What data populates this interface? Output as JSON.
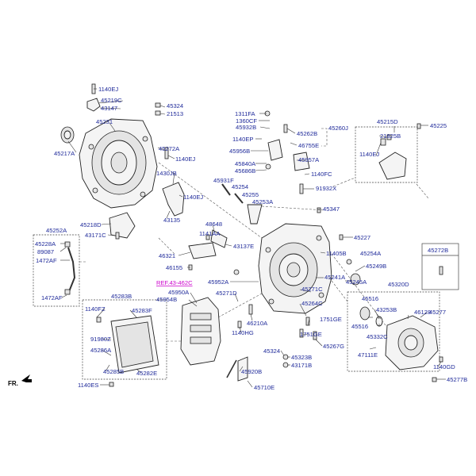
{
  "diagram": {
    "ref_label": "REF.43-462C",
    "orientation_label": "FR.",
    "parts": {
      "p1140EJ_a": "1140EJ",
      "p45219C": "45219C",
      "p43147": "43147",
      "p45324_a": "45324",
      "p21513": "21513",
      "p45231": "45231",
      "p45217A": "45217A",
      "p45272A": "45272A",
      "p1140EJ_b": "1140EJ",
      "p1430JB": "1430JB",
      "p1140EJ_c": "1140EJ",
      "p43135": "43135",
      "p45218D": "45218D",
      "p43171C_a": "43171C",
      "p45252A": "45252A",
      "p45228A": "45228A",
      "p89087": "89087",
      "p1472AF_a": "1472AF",
      "p1472AF_b": "1472AF",
      "p1311FA": "1311FA",
      "p1360CF": "1360CF",
      "p45932B": "45932B",
      "p1140EP": "1140EP",
      "p45956B": "45956B",
      "p45840A": "45840A",
      "p45686B": "45686B",
      "p45262B": "45262B",
      "p45260J": "45260J",
      "p46755E": "46755E",
      "p45957A": "45957A",
      "p1140FC": "1140FC",
      "p91932X": "91932X",
      "p45931F": "45931F",
      "p45254": "45254",
      "p45255": "45255",
      "p45253A": "45253A",
      "p45347": "45347",
      "p48648": "48648",
      "p1141AA": "1141AA",
      "p43137E": "43137E",
      "p45227": "45227",
      "p46321": "46321",
      "p11405B": "11405B",
      "p45254A": "45254A",
      "p45249B": "45249B",
      "p46155": "46155",
      "p45952A": "45952A",
      "p45241A": "45241A",
      "p45245A": "45245A",
      "p45950A": "45950A",
      "p45954B": "45954B",
      "p45271D": "45271D",
      "p45271C": "45271C",
      "p45264C": "45264C",
      "p45283B": "45283B",
      "p1140FZ": "1140FZ",
      "p45283F": "45283F",
      "p91980Z": "91980Z",
      "p45286A": "45286A",
      "p45285B": "45285B",
      "p45282E": "45282E",
      "p1140ES": "1140ES",
      "p46210A": "46210A",
      "p1140HG": "1140HG",
      "p1751GE_a": "1751GE",
      "p1751GE_b": "1751GE",
      "p45267G": "45267G",
      "p45324_b": "45324",
      "p45323B": "45323B",
      "p43171B": "43171B",
      "p45920B": "45920B",
      "p45710E": "45710E",
      "p45215D": "45215D",
      "p45225": "45225",
      "p21825B": "21825B",
      "p1140EJ_d": "1140EJ",
      "p45272B": "45272B",
      "p45320D": "45320D",
      "p45516_a": "45516",
      "p43253B": "43253B",
      "p46128": "46128",
      "p45516_b": "45516",
      "p45332C": "45332C",
      "p45277": "45277",
      "p47111E": "47111E",
      "p1140GD": "1140GD",
      "p45277B": "45277B"
    },
    "colors": {
      "label": "#1f2a9a",
      "ref": "#cc00cc",
      "line": "#333333",
      "dash": "#555555"
    }
  }
}
